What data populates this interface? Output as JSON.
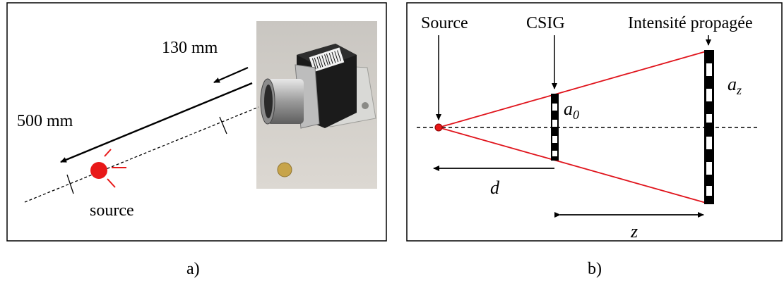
{
  "panel_a": {
    "caption": "a)",
    "label_130": "130 mm",
    "label_500": "500 mm",
    "label_source": "source",
    "photo_subject": "camera-with-lens",
    "coin_subject": "coin"
  },
  "panel_b": {
    "caption": "b)",
    "label_source": "Source",
    "label_csig": "CSIG",
    "label_intensity": "Intensité propagée",
    "label_a0_base": "a",
    "label_a0_sub": "0",
    "label_az_base": "a",
    "label_az_sub": "z",
    "label_d": "d",
    "label_z": "z"
  },
  "colors": {
    "ray": "#e0141c",
    "source_dot": "#e81818",
    "frame": "#000000"
  }
}
